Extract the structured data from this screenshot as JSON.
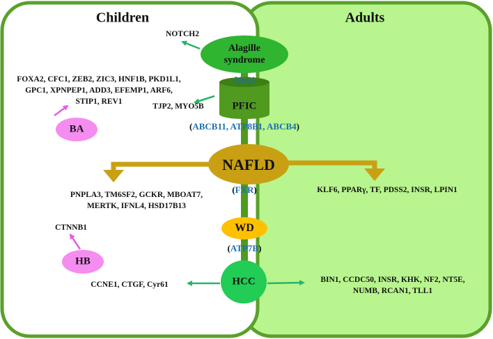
{
  "colors": {
    "panel_border": "#5aa02c",
    "adults_fill": "#b8f58e",
    "children_fill": "#ffffff",
    "axis": "#4f9a1f",
    "alagille": "#2fb52f",
    "pfic": "#4f9a1f",
    "nafld": "#c9a014",
    "wd": "#ffc000",
    "hcc": "#22cc55",
    "pink": "#f58cf0",
    "gene_blue": "#1a6fb0",
    "arrow_green": "#27b36a",
    "arrow_gold": "#c9a014",
    "arrow_pink": "#e060e0"
  },
  "panels": {
    "children": "Children",
    "adults": "Adults"
  },
  "nodes": {
    "alagille_line1": "Alagille",
    "alagille_line2": "syndrome",
    "pfic": "PFIC",
    "nafld": "NAFLD",
    "wd": "WD",
    "hcc": "HCC",
    "ba": "BA",
    "hb": "HB"
  },
  "genes": {
    "notch2": "NOTCH2",
    "jag1": "JAG1",
    "ba_line1": "FOXA2, CFC1, ZEB2, ZIC3, HNF1B, PKD1L1,",
    "ba_line2": "GPC1, XPNPEP1, ADD3, EFEMP1, ARF6,",
    "ba_line3": "STIP1, REV1",
    "pfic_children": "TJP2, MYO5B",
    "pfic_open": "(",
    "pfic_blue": "ABCB11, ATP8B1, ABCB4",
    "pfic_close": ")",
    "nafld_children_line1": "PNPLA3, TM6SF2, GCKR, MBOAT7,",
    "nafld_children_line2": "MERTK, IFNL4, HSD17B13",
    "nafld_adults": "KLF6, PPARγ, TF, PDSS2, INSR, LPIN1",
    "fxr_open": "(",
    "fxr": "FXR",
    "fxr_close": ")",
    "hb": "CTNNB1",
    "atp7b_open": "(",
    "atp7b": "ATP7B",
    "atp7b_close": ")",
    "hcc_children": "CCNE1, CTGF, Cyr61",
    "hcc_adults_line1": "BIN1, CCDC50, INSR, KHK, NF2, NT5E,",
    "hcc_adults_line2": "NUMB, RCAN1, TLL1"
  }
}
